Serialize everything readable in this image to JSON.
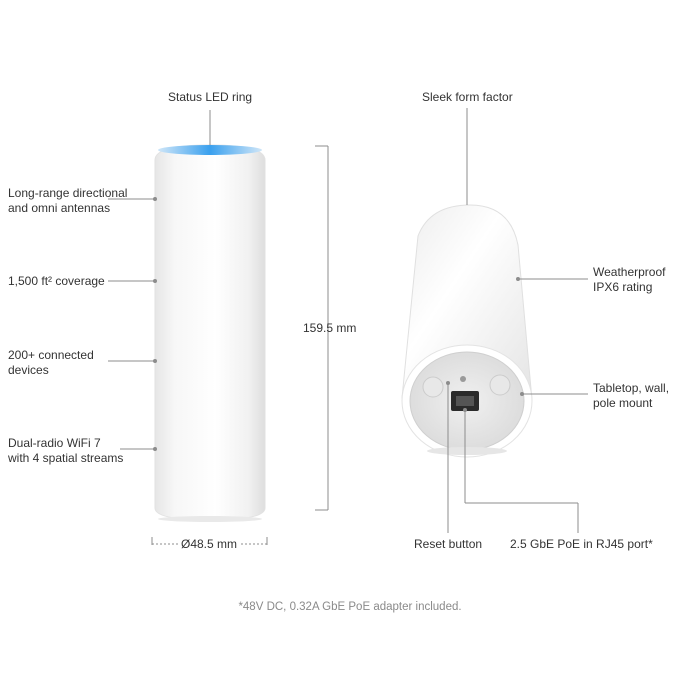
{
  "left_device": {
    "callouts": {
      "status_led": "Status LED ring",
      "antennas": [
        "Long-range directional",
        "and omni antennas"
      ],
      "coverage": "1,500 ft² coverage",
      "devices": [
        "200+ connected",
        "devices"
      ],
      "wifi": [
        "Dual-radio WiFi 7",
        "with 4 spatial streams"
      ]
    },
    "height_dimension": "159.5 mm",
    "diameter_dimension": "Ø48.5 mm"
  },
  "right_device": {
    "callouts": {
      "form_factor": "Sleek form factor",
      "weatherproof": [
        "Weatherproof",
        "IPX6 rating"
      ],
      "mount": [
        "Tabletop, wall,",
        "pole mount"
      ],
      "reset": "Reset button",
      "port": "2.5 GbE PoE in RJ45 port*"
    }
  },
  "footnote": "*48V DC, 0.32A GbE PoE adapter included.",
  "colors": {
    "led": "#3aa0ee",
    "device_body": "#f4f4f4",
    "leader_line": "#8c8c8c",
    "text": "#333333",
    "footnote": "#8a8a8a"
  }
}
